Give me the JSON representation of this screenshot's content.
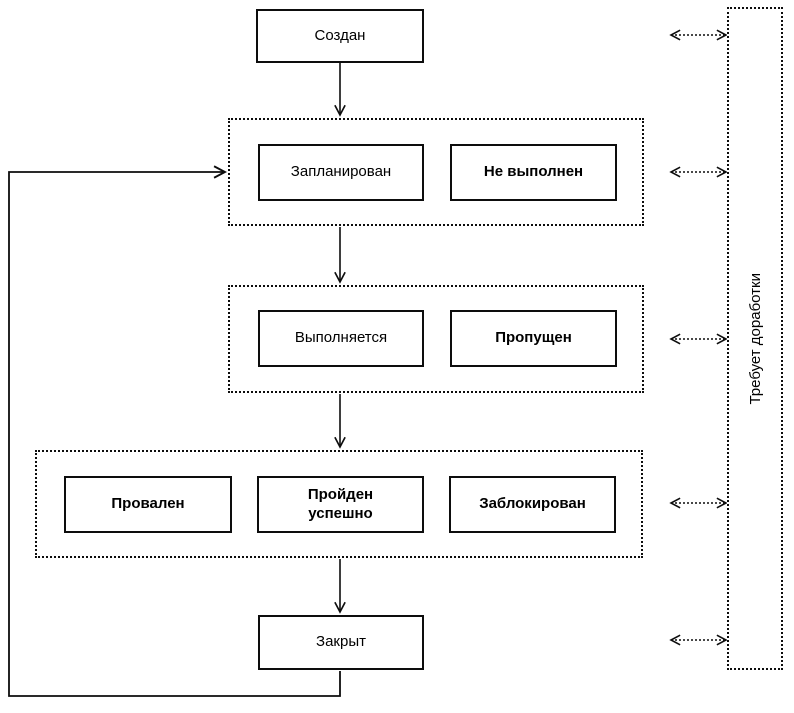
{
  "diagram": {
    "title_hint": "Test case status lifecycle flowchart",
    "nodes": {
      "created": "Создан",
      "planned": "Запланирован",
      "not_executed": "Не выполнен",
      "executing": "Выполняется",
      "skipped": "Пропущен",
      "failed": "Провален",
      "passed": "Пройден успешно",
      "blocked": "Заблокирован",
      "closed": "Закрыт"
    },
    "side_panel": {
      "label": "Требует доработки"
    },
    "colors": {
      "line": "#000000",
      "background": "#ffffff",
      "box_fill": "#ffffff",
      "text": "#000000"
    }
  }
}
